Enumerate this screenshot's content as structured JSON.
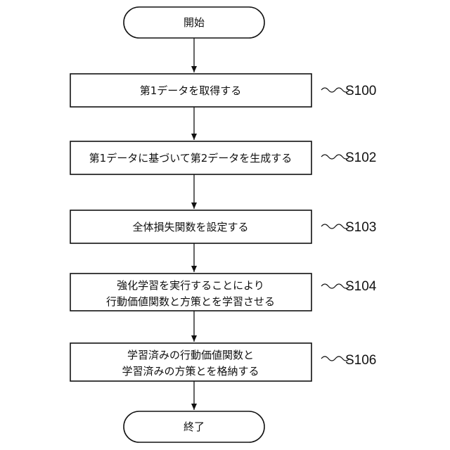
{
  "flowchart": {
    "start": "開始",
    "end": "終了",
    "steps": [
      {
        "id": "S100",
        "lines": [
          "第1データを取得する"
        ]
      },
      {
        "id": "S102",
        "lines": [
          "第1データに基づいて第2データを生成する"
        ]
      },
      {
        "id": "S103",
        "lines": [
          "全体損失関数を設定する"
        ]
      },
      {
        "id": "S104",
        "lines": [
          "強化学習を実行することにより",
          "行動価値関数と方策とを学習させる"
        ]
      },
      {
        "id": "S106",
        "lines": [
          "学習済みの行動価値関数と",
          "学習済みの方策とを格納する"
        ]
      }
    ]
  }
}
